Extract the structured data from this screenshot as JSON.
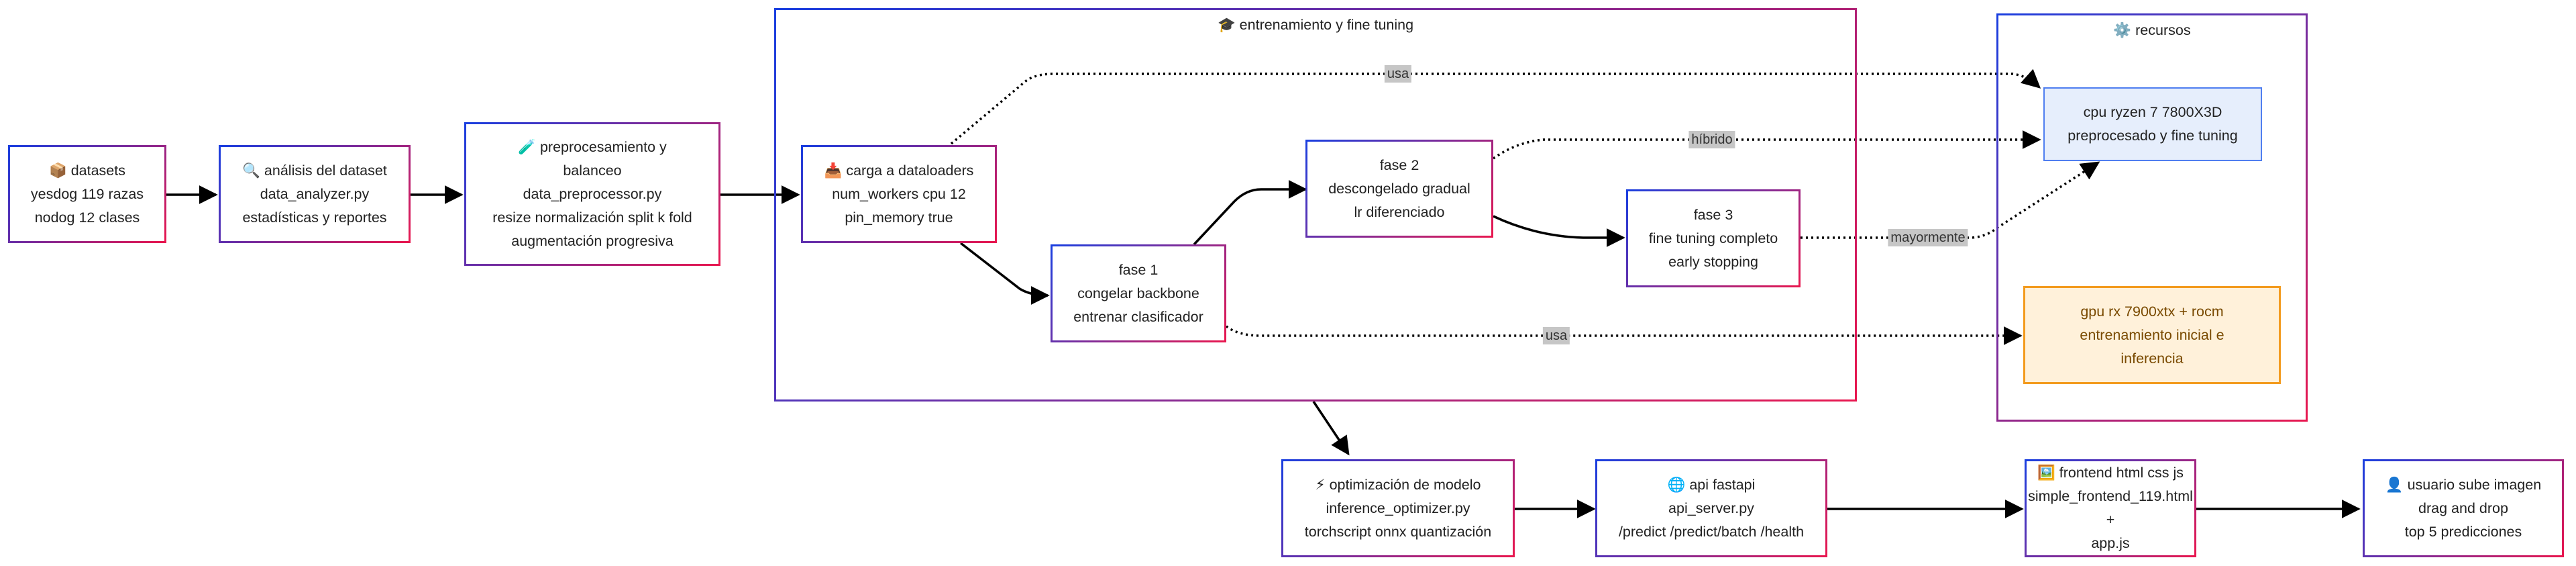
{
  "nodes": {
    "datasets": {
      "line1": "📦 datasets",
      "line2": "yesdog 119 razas",
      "line3": "nodog 12 clases"
    },
    "analyzer": {
      "line1": "🔍 análisis del dataset",
      "line2": "data_analyzer.py",
      "line3": "estadísticas y reportes"
    },
    "preproc": {
      "line1": "🧪 preprocesamiento y",
      "line2": "balanceo",
      "line3": "data_preprocessor.py",
      "line4": "resize normalización split k fold",
      "line5": "augmentación progresiva"
    },
    "loaders": {
      "line1": "📥 carga a dataloaders",
      "line2": "num_workers cpu 12",
      "line3": "pin_memory true"
    },
    "phase1": {
      "line1": "fase 1",
      "line2": "congelar backbone",
      "line3": "entrenar clasificador"
    },
    "phase2": {
      "line1": "fase 2",
      "line2": "descongelado gradual",
      "line3": "lr diferenciado"
    },
    "phase3": {
      "line1": "fase 3",
      "line2": "fine tuning completo",
      "line3": "early stopping"
    },
    "cpu": {
      "line1": "cpu ryzen 7 7800X3D",
      "line2": "preprocesado y fine tuning"
    },
    "gpu": {
      "line1": "gpu rx 7900xtx + rocm",
      "line2": "entrenamiento inicial e",
      "line3": "inferencia"
    },
    "optimizer": {
      "line1": "⚡ optimización de modelo",
      "line2": "inference_optimizer.py",
      "line3": "torchscript onnx quantización"
    },
    "api": {
      "line1": "🌐 api fastapi",
      "line2": "api_server.py",
      "line3": "/predict /predict/batch /health"
    },
    "frontend": {
      "line1": "🖼️ frontend html css js",
      "line2": "simple_frontend_119.html +",
      "line3": "app.js"
    },
    "user": {
      "line1": "👤 usuario sube imagen",
      "line2": "drag and drop",
      "line3": "top 5 predicciones"
    }
  },
  "clusters": {
    "training": {
      "title": "🎓 entrenamiento y fine tuning"
    },
    "resources": {
      "title": "⚙️ recursos"
    }
  },
  "edge_labels": {
    "usa_top": "usa",
    "hibrido": "híbrido",
    "mayormente": "mayormente",
    "usa_bottom": "usa"
  },
  "colors": {
    "border_start": "#1a3fe0",
    "border_end": "#e8174f",
    "cpu_fill": "#e6eefc",
    "cpu_border": "#4f7ef0",
    "gpu_fill": "#fff1da",
    "gpu_border": "#f39b1f",
    "edge": "#000000",
    "label_bg": "#c6c6c6"
  }
}
